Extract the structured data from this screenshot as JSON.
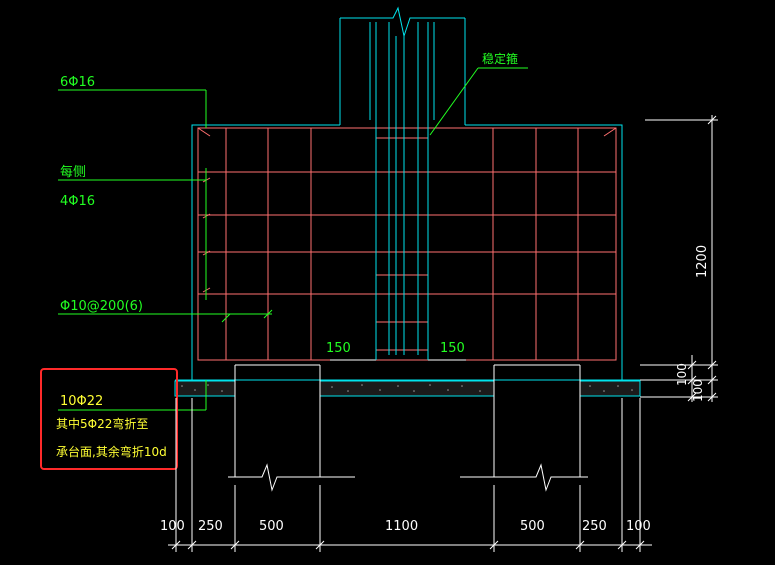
{
  "labels": {
    "top_main_bars": "6Φ16",
    "each_side": "每侧",
    "side_bars": "4Φ16",
    "stirrups": "Φ10@200(6)",
    "stabilizing_stirrup": "稳定箍",
    "gap_left": "150",
    "gap_right": "150",
    "bottom_bars": "10Φ22",
    "note_line1": "其中5Φ22弯折至",
    "note_line2": "承台面,其余弯折10d"
  },
  "dimensions": {
    "height_main": "1200",
    "height_b1": "100",
    "height_b2": "100",
    "bottom": [
      "100",
      "250",
      "500",
      "1100",
      "500",
      "250",
      "100"
    ]
  },
  "colors": {
    "background": "#000000",
    "outline": "#00e5ee",
    "rebar": "#ff6f6f",
    "annotation_green": "#22ff22",
    "note_yellow": "#ffff33",
    "dim_white": "#ffffff",
    "highlight_red": "#ff2a2a"
  }
}
